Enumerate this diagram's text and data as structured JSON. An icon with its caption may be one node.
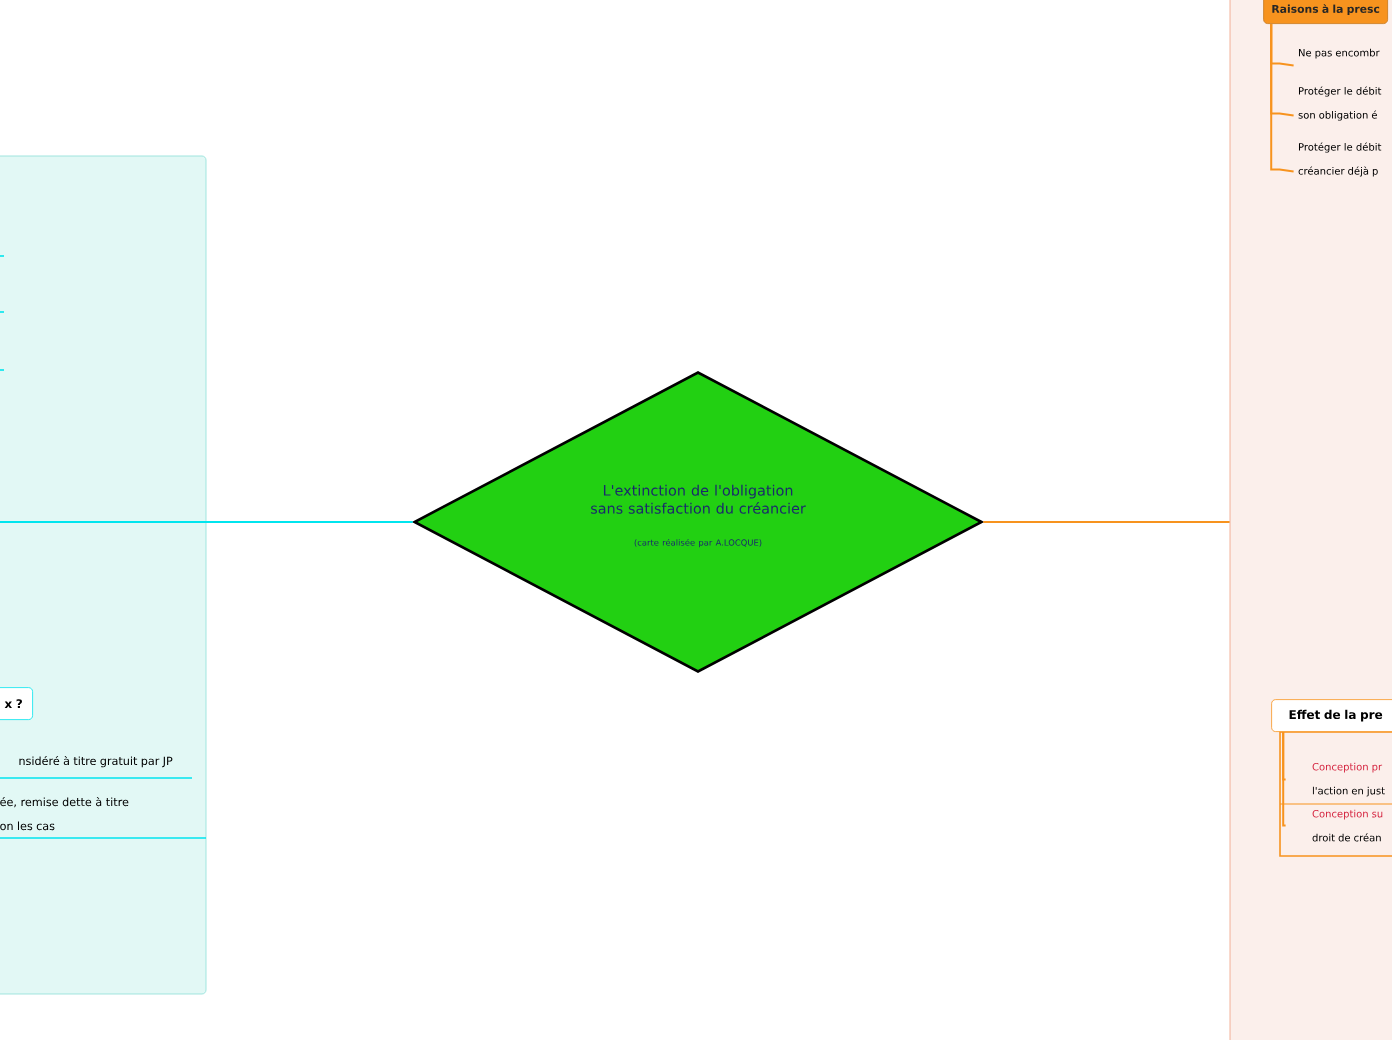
{
  "diagram": {
    "nodes": [
      {
        "text": [
          "L'extinction de l'obligation sans satisfaction du créancier",
          "(carte réalisée par A.LOCQUE)"
        ]
      },
      {
        "text": [],
        "shape": "box"
      },
      {
        "text": [
          "x ?"
        ],
        "in": 1
      },
      {
        "text": [
          "nsidéré à titre gratuit par JP"
        ],
        "in": 1
      },
      {
        "text": [
          "ée, remise dette à titre on les cas"
        ],
        "in": 1
      },
      {
        "text": [],
        "shape": "box"
      },
      {
        "text": [
          "Raisons à la presc"
        ],
        "in": 5
      },
      {
        "text": [
          "Ne pas encombr"
        ],
        "in": 5
      },
      {
        "text": [
          "Protéger le débit son obligation é"
        ],
        "in": 5
      },
      {
        "text": [
          "Protéger le débit créancier déjà p"
        ],
        "in": 5
      },
      {
        "text": [
          "Effet de la pre"
        ],
        "in": 5
      },
      {
        "text": [
          "Conception pr",
          "l'action en just"
        ],
        "in": 5
      },
      {
        "text": [
          "Conception su",
          "droit de créan"
        ],
        "in": 5
      }
    ],
    "edges": [
      {
        "from": 0,
        "to": 1,
        "arrow": "none",
        "color": "#00e5ee"
      },
      {
        "from": 0,
        "to": 5,
        "arrow": "none",
        "color": "#f7931e"
      },
      {
        "from": 6,
        "to": 7,
        "arrow": "none",
        "color": "#f7931e"
      },
      {
        "from": 6,
        "to": 8,
        "arrow": "none",
        "color": "#f7931e"
      },
      {
        "from": 6,
        "to": 9,
        "arrow": "none",
        "color": "#f7931e"
      },
      {
        "from": 10,
        "to": 11,
        "arrow": "none",
        "color": "#f7931e"
      },
      {
        "from": 10,
        "to": 12,
        "arrow": "none",
        "color": "#f7931e"
      }
    ]
  }
}
